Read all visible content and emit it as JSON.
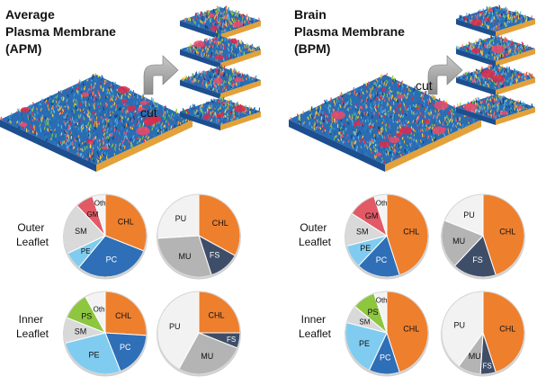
{
  "panels": [
    {
      "id": "apm",
      "title_lines": [
        "Average",
        "Plasma Membrane",
        "(APM)"
      ],
      "cut_label": "cut",
      "rows": [
        {
          "label_lines": [
            "Outer",
            "Leaflet"
          ],
          "pies": [
            {
              "slices": [
                {
                  "label": "CHL",
                  "fraction": 0.31,
                  "color": "#EE7F2D"
                },
                {
                  "label": "PC",
                  "fraction": 0.3,
                  "color": "#2E6FB7"
                },
                {
                  "label": "PE",
                  "fraction": 0.07,
                  "color": "#80CCF0"
                },
                {
                  "label": "SM",
                  "fraction": 0.2,
                  "color": "#D9D9D9"
                },
                {
                  "label": "GM",
                  "fraction": 0.07,
                  "color": "#E15A66"
                },
                {
                  "label": "Oth",
                  "fraction": 0.05,
                  "color": "#F3F3F3"
                }
              ]
            },
            {
              "slices": [
                {
                  "label": "CHL",
                  "fraction": 0.33,
                  "color": "#EE7F2D"
                },
                {
                  "label": "FS",
                  "fraction": 0.12,
                  "color": "#3F4E68"
                },
                {
                  "label": "MU",
                  "fraction": 0.29,
                  "color": "#B4B4B4"
                },
                {
                  "label": "PU",
                  "fraction": 0.26,
                  "color": "#F2F2F2"
                }
              ]
            }
          ]
        },
        {
          "label_lines": [
            "Inner",
            "Leaflet"
          ],
          "pies": [
            {
              "slices": [
                {
                  "label": "CHL",
                  "fraction": 0.26,
                  "color": "#EE7F2D"
                },
                {
                  "label": "PC",
                  "fraction": 0.18,
                  "color": "#2E6FB7"
                },
                {
                  "label": "PE",
                  "fraction": 0.27,
                  "color": "#80CCF0"
                },
                {
                  "label": "SM",
                  "fraction": 0.1,
                  "color": "#D9D9D9"
                },
                {
                  "label": "PS",
                  "fraction": 0.11,
                  "color": "#8DC63F"
                },
                {
                  "label": "Oth",
                  "fraction": 0.08,
                  "color": "#F3F3F3"
                }
              ]
            },
            {
              "slices": [
                {
                  "label": "CHL",
                  "fraction": 0.25,
                  "color": "#EE7F2D"
                },
                {
                  "label": "FS",
                  "fraction": 0.06,
                  "color": "#3F4E68"
                },
                {
                  "label": "MU",
                  "fraction": 0.27,
                  "color": "#B4B4B4"
                },
                {
                  "label": "PU",
                  "fraction": 0.42,
                  "color": "#F2F2F2"
                }
              ]
            }
          ]
        }
      ]
    },
    {
      "id": "bpm",
      "title_lines": [
        "Brain",
        "Plasma Membrane",
        "(BPM)"
      ],
      "cut_label": "cut",
      "rows": [
        {
          "label_lines": [
            "Outer",
            "Leaflet"
          ],
          "pies": [
            {
              "slices": [
                {
                  "label": "CHL",
                  "fraction": 0.45,
                  "color": "#EE7F2D"
                },
                {
                  "label": "PC",
                  "fraction": 0.17,
                  "color": "#2E6FB7"
                },
                {
                  "label": "PE",
                  "fraction": 0.09,
                  "color": "#80CCF0"
                },
                {
                  "label": "SM",
                  "fraction": 0.13,
                  "color": "#D9D9D9"
                },
                {
                  "label": "GM",
                  "fraction": 0.11,
                  "color": "#E15A66"
                },
                {
                  "label": "Oth",
                  "fraction": 0.05,
                  "color": "#F3F3F3"
                }
              ]
            },
            {
              "slices": [
                {
                  "label": "CHL",
                  "fraction": 0.45,
                  "color": "#EE7F2D"
                },
                {
                  "label": "FS",
                  "fraction": 0.17,
                  "color": "#3F4E68"
                },
                {
                  "label": "MU",
                  "fraction": 0.19,
                  "color": "#B4B4B4"
                },
                {
                  "label": "PU",
                  "fraction": 0.19,
                  "color": "#F2F2F2"
                }
              ]
            }
          ]
        },
        {
          "label_lines": [
            "Inner",
            "Leaflet"
          ],
          "pies": [
            {
              "slices": [
                {
                  "label": "CHL",
                  "fraction": 0.45,
                  "color": "#EE7F2D"
                },
                {
                  "label": "PC",
                  "fraction": 0.12,
                  "color": "#2E6FB7"
                },
                {
                  "label": "PE",
                  "fraction": 0.22,
                  "color": "#80CCF0"
                },
                {
                  "label": "SM",
                  "fraction": 0.07,
                  "color": "#D9D9D9"
                },
                {
                  "label": "PS",
                  "fraction": 0.09,
                  "color": "#8DC63F"
                },
                {
                  "label": "Oth",
                  "fraction": 0.05,
                  "color": "#F3F3F3"
                }
              ]
            },
            {
              "slices": [
                {
                  "label": "CHL",
                  "fraction": 0.45,
                  "color": "#EE7F2D"
                },
                {
                  "label": "FS",
                  "fraction": 0.06,
                  "color": "#3F4E68"
                },
                {
                  "label": "MU",
                  "fraction": 0.09,
                  "color": "#B4B4B4"
                },
                {
                  "label": "PU",
                  "fraction": 0.4,
                  "color": "#F2F2F2"
                }
              ]
            }
          ]
        }
      ]
    }
  ],
  "membrane_colors": [
    "#1F5FA8",
    "#2F7FC4",
    "#3C9AD4",
    "#163F7A",
    "#E0294A",
    "#F25C6E",
    "#F2A23A",
    "#7CC644",
    "#FFD43B",
    "#5FB8E6"
  ]
}
